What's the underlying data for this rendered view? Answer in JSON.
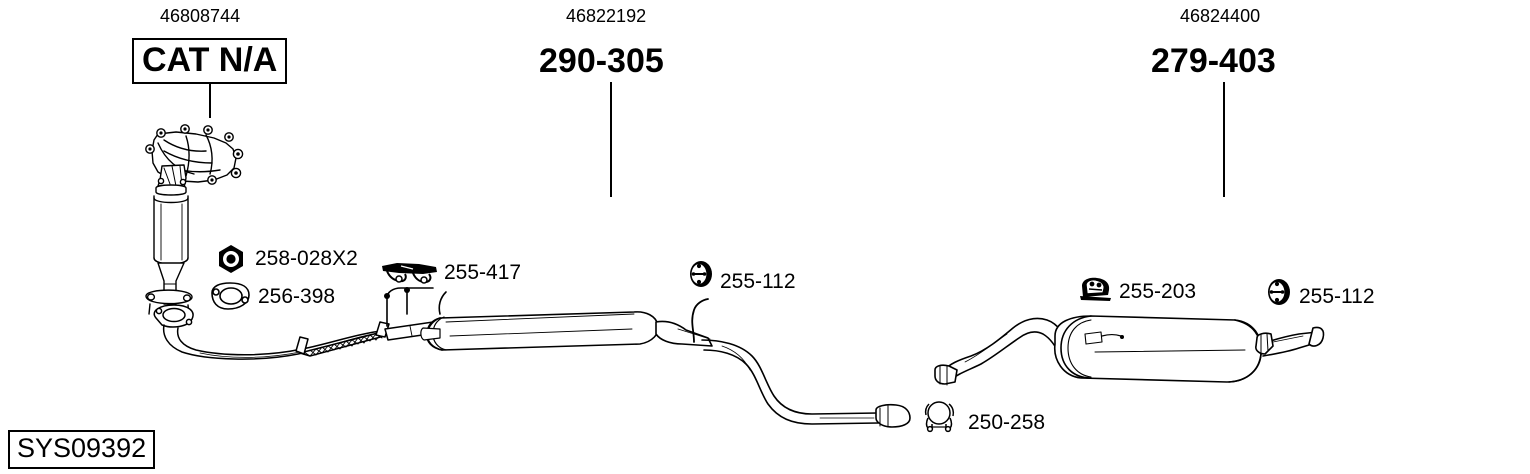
{
  "diagram": {
    "system_id": "SYS09392",
    "background_color": "#ffffff",
    "line_color": "#000000",
    "title_groups": [
      {
        "oe_number": "46808744",
        "code": "CAT N/A",
        "boxed": true,
        "name": "catalytic-converter-group"
      },
      {
        "oe_number": "46822192",
        "code": "290-305",
        "boxed": false,
        "name": "centre-silencer-group"
      },
      {
        "oe_number": "46824400",
        "code": "279-403",
        "boxed": false,
        "name": "rear-silencer-group"
      }
    ],
    "part_labels": [
      {
        "code": "258-028X2",
        "icon": "nut-icon",
        "name": "part-nut"
      },
      {
        "code": "256-398",
        "icon": "gasket-icon",
        "name": "part-gasket"
      },
      {
        "code": "255-417",
        "icon": "bracket-icon",
        "name": "part-bracket"
      },
      {
        "code": "255-112",
        "icon": "rubber-mount-icon",
        "name": "part-rubber-mount-centre"
      },
      {
        "code": "255-203",
        "icon": "hanger-strap-icon",
        "name": "part-hanger-strap"
      },
      {
        "code": "255-112",
        "icon": "rubber-mount-icon",
        "name": "part-rubber-mount-rear"
      },
      {
        "code": "250-258",
        "icon": "clamp-icon",
        "name": "part-clamp"
      }
    ],
    "components": [
      "exhaust-manifold-with-catalytic-converter",
      "front-pipe-with-flex-section",
      "centre-silencer",
      "intermediate-pipe",
      "rear-silencer",
      "tailpipe"
    ]
  }
}
